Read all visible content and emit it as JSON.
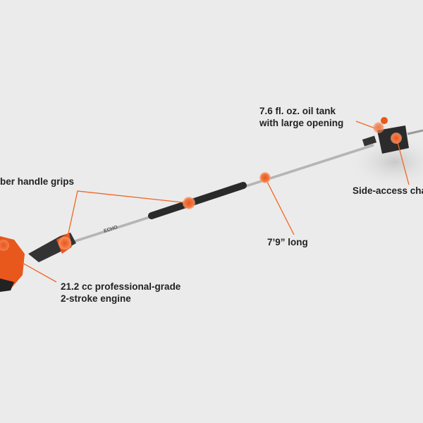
{
  "callouts": {
    "oil_tank": [
      "7.6 fl. oz. oil tank",
      "with large opening"
    ],
    "handle_grips": "ber handle grips",
    "length": "7’9” long",
    "engine": [
      "21.2 cc professional-grade",
      "2-stroke engine"
    ],
    "side_access": "Side-access cha"
  },
  "colors": {
    "accent": "#f26522",
    "text": "#222222",
    "background": "#ebebeb"
  }
}
